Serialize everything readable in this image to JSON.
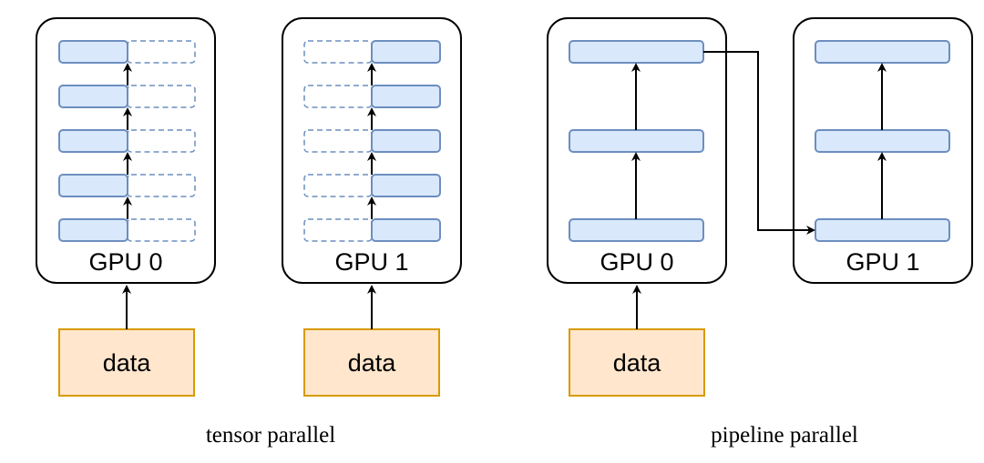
{
  "tensor_parallel": {
    "gpu0_label": "GPU 0",
    "gpu1_label": "GPU 1",
    "data0_label": "data",
    "data1_label": "data",
    "caption": "tensor parallel"
  },
  "pipeline_parallel": {
    "gpu0_label": "GPU 0",
    "gpu1_label": "GPU 1",
    "data_label": "data",
    "caption": "pipeline parallel"
  },
  "colors": {
    "layer_fill": "#dae8fc",
    "layer_stroke": "#6c8ebf",
    "data_fill": "#ffe6cc",
    "data_stroke": "#d79b00"
  }
}
